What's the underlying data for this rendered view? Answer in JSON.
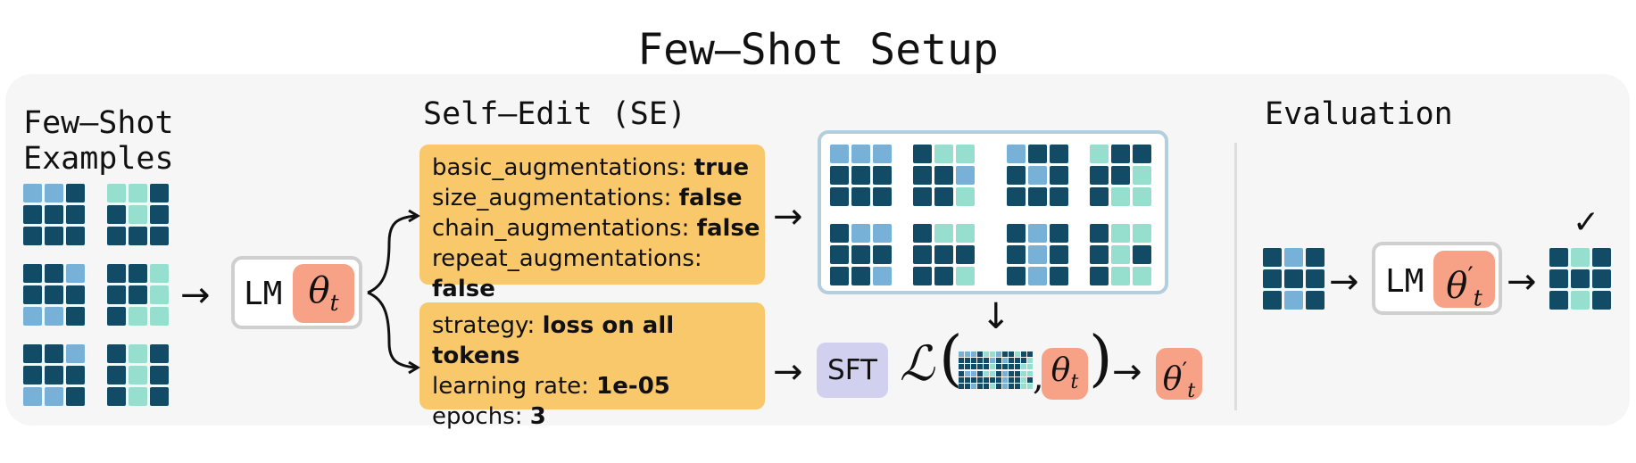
{
  "title": "Few–Shot Setup",
  "sections": {
    "examples": "Few–Shot\nExamples",
    "self_edit": "Self–Edit (SE)",
    "evaluation": "Evaluation"
  },
  "lm": {
    "label": "LM",
    "theta_symbol": "θ",
    "theta_sub": "t",
    "prime": "′"
  },
  "augmentations": [
    {
      "key": "basic_augmentations:",
      "value": "true"
    },
    {
      "key": "size_augmentations:",
      "value": "false"
    },
    {
      "key": "chain_augmentations:",
      "value": "false"
    },
    {
      "key": "repeat_augmentations:",
      "value": "false"
    }
  ],
  "training": [
    {
      "key": "strategy:",
      "value": "loss on all tokens"
    },
    {
      "key": "learning rate:",
      "value": "1e-05"
    },
    {
      "key": "epochs:",
      "value": "3"
    }
  ],
  "sft_label": "SFT",
  "loss_symbol": "ℒ",
  "arrow_glyph": "→",
  "down_arrow_glyph": "↓",
  "check_glyph": "✓",
  "colors": {
    "dark": "#124b66",
    "light_blue": "#78b1d8",
    "teal": "#96dfcf",
    "orange": "#f9c86b",
    "salmon": "#f7a286",
    "lavender": "#d1d0ef",
    "frame": "#b3cedd"
  },
  "grids": {
    "examples": [
      [
        "LLDDDDDDD",
        "TTDDTDDDD"
      ],
      [
        "DDLDDDLLD",
        "DDTDDTDTT"
      ],
      [
        "DDLDDDLLD",
        "DTDDTDDTD"
      ]
    ],
    "augmented_top": [
      "LLLDDDDDD",
      "DTTDDLDDT",
      "LDDDLDDDD",
      "TDDDDTDTT"
    ],
    "augmented_bottom": [
      "DLLDDDDDL",
      "DTTDDDDDT",
      "DLDDLDDLD",
      "DTTDTDDTT"
    ],
    "eval_input": "DLDDDDDLD",
    "eval_output": "DTDDDDDTD"
  }
}
